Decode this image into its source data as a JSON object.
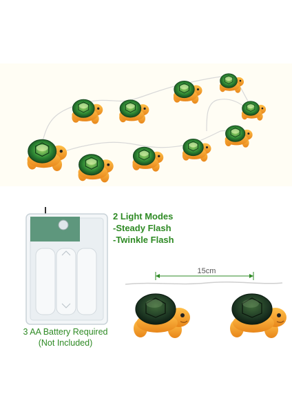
{
  "modes": {
    "title": "2 Light Modes",
    "items": [
      "-Steady Flash",
      "-Twinkle Flash"
    ]
  },
  "battery": {
    "line1": "3 AA Battery Required",
    "line2": "(Not Included)"
  },
  "spacing": {
    "label": "15cm"
  },
  "colors": {
    "accent_green": "#2e8a24",
    "shell_green": "#1f6b2a",
    "turtle_orange": "#f5a030",
    "band": "#fffdf4"
  },
  "icons": [
    "turtle-light-icon",
    "battery-box-icon",
    "dimension-arrow-icon"
  ]
}
